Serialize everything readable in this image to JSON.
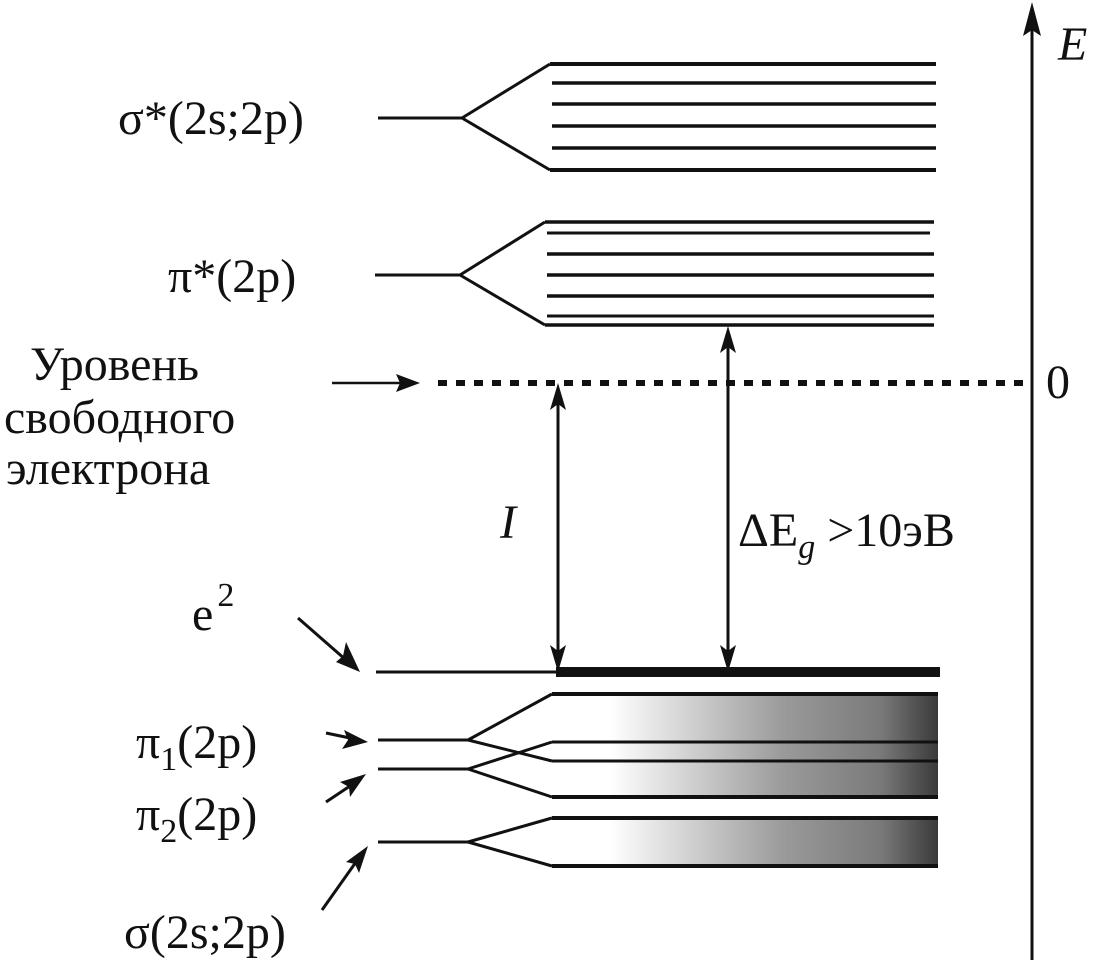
{
  "diagram": {
    "axis": {
      "label": "E",
      "zero_label": "0"
    },
    "levels": {
      "sigma_star": "σ*(2s;2p)",
      "pi_star": "π*(2p)",
      "e2_base": "e",
      "e2_sup": "2",
      "pi1_base": "π",
      "pi1_sub": "1",
      "pi1_tail": "(2p)",
      "pi2_base": "π",
      "pi2_sub": "2",
      "pi2_tail": "(2p)",
      "sigma": "σ(2s;2p)"
    },
    "free_electron": {
      "line1": "Уровень",
      "line2": "свободного",
      "line3": "электрона"
    },
    "ionization": {
      "symbol": "I"
    },
    "gap": {
      "delta": "ΔE",
      "sub": "g",
      "relation": " >10эВ"
    }
  }
}
